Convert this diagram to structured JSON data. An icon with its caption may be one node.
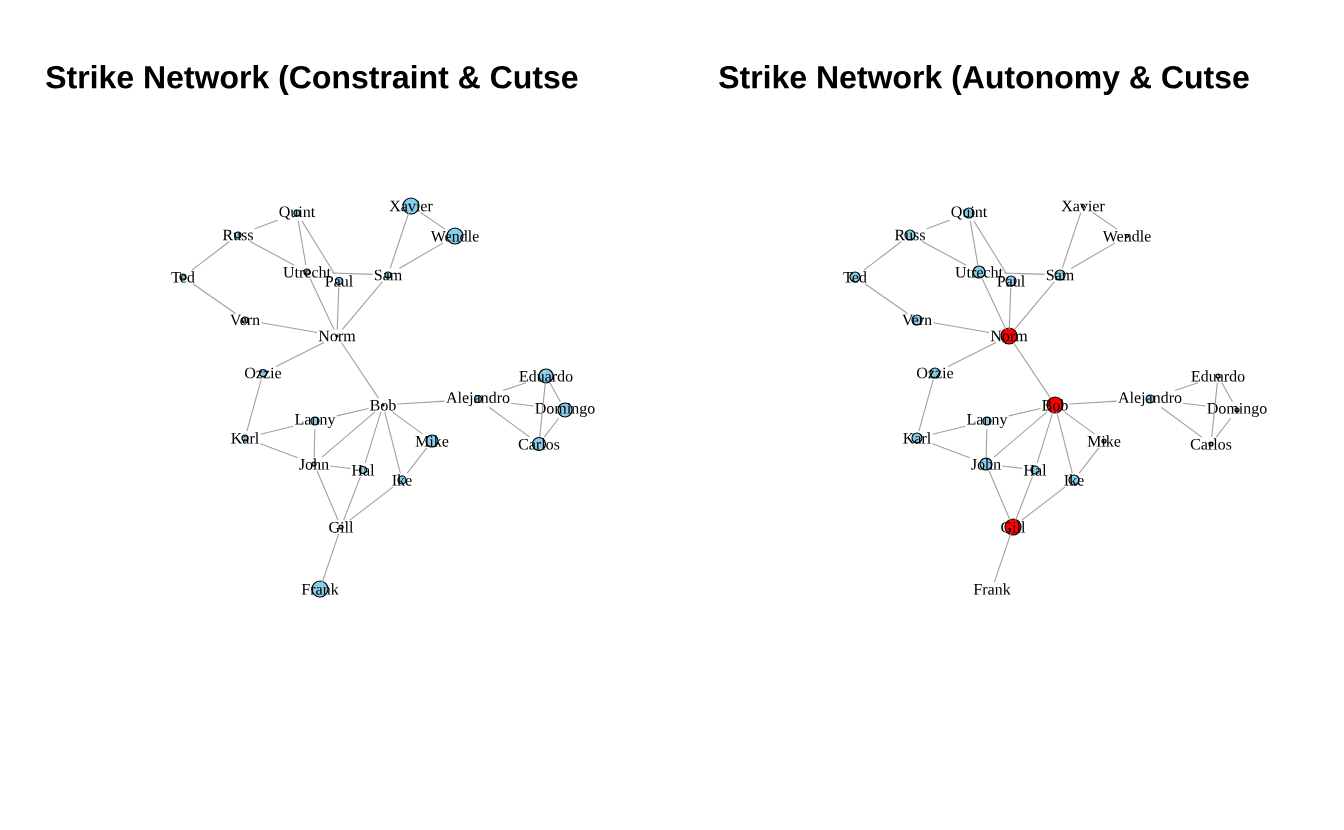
{
  "diagram": {
    "nodes": [
      {
        "text": [
          "Xavier"
        ]
      },
      {
        "text": [
          "Wendle"
        ]
      },
      {
        "text": [
          "Quint"
        ]
      },
      {
        "text": [
          "Russ"
        ]
      },
      {
        "text": [
          "Ted"
        ]
      },
      {
        "text": [
          "Utrecht"
        ]
      },
      {
        "text": [
          "Paul"
        ]
      },
      {
        "text": [
          "Sam"
        ]
      },
      {
        "text": [
          "Vern"
        ]
      },
      {
        "text": [
          "Norm"
        ]
      },
      {
        "text": [
          "Ozzie"
        ]
      },
      {
        "text": [
          "Bob"
        ]
      },
      {
        "text": [
          "Alejandro"
        ]
      },
      {
        "text": [
          "Eduardo"
        ]
      },
      {
        "text": [
          "Domingo"
        ]
      },
      {
        "text": [
          "Carlos"
        ]
      },
      {
        "text": [
          "Lanny"
        ]
      },
      {
        "text": [
          "Karl"
        ]
      },
      {
        "text": [
          "Mike"
        ]
      },
      {
        "text": [
          "John"
        ]
      },
      {
        "text": [
          "Hal"
        ]
      },
      {
        "text": [
          "Ike"
        ]
      },
      {
        "text": [
          "Gill"
        ]
      },
      {
        "text": [
          "Frank"
        ]
      },
      {
        "text": [
          "Xavier"
        ]
      },
      {
        "text": [
          "Wendle"
        ]
      },
      {
        "text": [
          "Quint"
        ]
      },
      {
        "text": [
          "Russ"
        ]
      },
      {
        "text": [
          "Ted"
        ]
      },
      {
        "text": [
          "Utrecht"
        ]
      },
      {
        "text": [
          "Paul"
        ]
      },
      {
        "text": [
          "Sam"
        ]
      },
      {
        "text": [
          "Vern"
        ]
      },
      {
        "text": [
          "Norm"
        ]
      },
      {
        "text": [
          "Ozzie"
        ]
      },
      {
        "text": [
          "Bob"
        ]
      },
      {
        "text": [
          "Alejandro"
        ]
      },
      {
        "text": [
          "Eduardo"
        ]
      },
      {
        "text": [
          "Domingo"
        ]
      },
      {
        "text": [
          "Carlos"
        ]
      },
      {
        "text": [
          "Lanny"
        ]
      },
      {
        "text": [
          "Karl"
        ]
      },
      {
        "text": [
          "Mike"
        ]
      },
      {
        "text": [
          "John"
        ]
      },
      {
        "text": [
          "Hal"
        ]
      },
      {
        "text": [
          "Ike"
        ]
      },
      {
        "text": [
          "Gill"
        ]
      },
      {
        "text": [
          "Frank"
        ]
      }
    ],
    "edges": [
      {
        "from": 0,
        "to": 1,
        "arrow": "none"
      },
      {
        "from": 0,
        "to": 7,
        "arrow": "none"
      },
      {
        "from": 1,
        "to": 7,
        "arrow": "none"
      },
      {
        "from": 2,
        "to": 3,
        "arrow": "none"
      },
      {
        "from": 2,
        "to": 5,
        "arrow": "none"
      },
      {
        "from": 2,
        "to": 6,
        "arrow": "none"
      },
      {
        "from": 3,
        "to": 4,
        "arrow": "none"
      },
      {
        "from": 3,
        "to": 5,
        "arrow": "none"
      },
      {
        "from": 4,
        "to": 8,
        "arrow": "none"
      },
      {
        "from": 5,
        "to": 7,
        "arrow": "none"
      },
      {
        "from": 5,
        "to": 9,
        "arrow": "none"
      },
      {
        "from": 6,
        "to": 9,
        "arrow": "none"
      },
      {
        "from": 7,
        "to": 9,
        "arrow": "none"
      },
      {
        "from": 8,
        "to": 9,
        "arrow": "none"
      },
      {
        "from": 9,
        "to": 10,
        "arrow": "none"
      },
      {
        "from": 9,
        "to": 11,
        "arrow": "none"
      },
      {
        "from": 10,
        "to": 17,
        "arrow": "none"
      },
      {
        "from": 17,
        "to": 16,
        "arrow": "none"
      },
      {
        "from": 17,
        "to": 19,
        "arrow": "none"
      },
      {
        "from": 16,
        "to": 19,
        "arrow": "none"
      },
      {
        "from": 16,
        "to": 11,
        "arrow": "none"
      },
      {
        "from": 19,
        "to": 11,
        "arrow": "none"
      },
      {
        "from": 19,
        "to": 20,
        "arrow": "none"
      },
      {
        "from": 19,
        "to": 22,
        "arrow": "none"
      },
      {
        "from": 20,
        "to": 11,
        "arrow": "none"
      },
      {
        "from": 20,
        "to": 22,
        "arrow": "none"
      },
      {
        "from": 11,
        "to": 21,
        "arrow": "none"
      },
      {
        "from": 11,
        "to": 18,
        "arrow": "none"
      },
      {
        "from": 18,
        "to": 21,
        "arrow": "none"
      },
      {
        "from": 21,
        "to": 22,
        "arrow": "none"
      },
      {
        "from": 22,
        "to": 23,
        "arrow": "none"
      },
      {
        "from": 11,
        "to": 12,
        "arrow": "none"
      },
      {
        "from": 12,
        "to": 13,
        "arrow": "none"
      },
      {
        "from": 12,
        "to": 14,
        "arrow": "none"
      },
      {
        "from": 12,
        "to": 15,
        "arrow": "none"
      },
      {
        "from": 13,
        "to": 14,
        "arrow": "none"
      },
      {
        "from": 13,
        "to": 15,
        "arrow": "none"
      },
      {
        "from": 14,
        "to": 15,
        "arrow": "none"
      },
      {
        "from": 24,
        "to": 25,
        "arrow": "none"
      },
      {
        "from": 24,
        "to": 31,
        "arrow": "none"
      },
      {
        "from": 25,
        "to": 31,
        "arrow": "none"
      },
      {
        "from": 26,
        "to": 27,
        "arrow": "none"
      },
      {
        "from": 26,
        "to": 29,
        "arrow": "none"
      },
      {
        "from": 26,
        "to": 30,
        "arrow": "none"
      },
      {
        "from": 27,
        "to": 28,
        "arrow": "none"
      },
      {
        "from": 27,
        "to": 29,
        "arrow": "none"
      },
      {
        "from": 28,
        "to": 32,
        "arrow": "none"
      },
      {
        "from": 29,
        "to": 31,
        "arrow": "none"
      },
      {
        "from": 29,
        "to": 33,
        "arrow": "none"
      },
      {
        "from": 30,
        "to": 33,
        "arrow": "none"
      },
      {
        "from": 31,
        "to": 33,
        "arrow": "none"
      },
      {
        "from": 32,
        "to": 33,
        "arrow": "none"
      },
      {
        "from": 33,
        "to": 34,
        "arrow": "none"
      },
      {
        "from": 33,
        "to": 35,
        "arrow": "none"
      },
      {
        "from": 34,
        "to": 41,
        "arrow": "none"
      },
      {
        "from": 41,
        "to": 40,
        "arrow": "none"
      },
      {
        "from": 41,
        "to": 43,
        "arrow": "none"
      },
      {
        "from": 40,
        "to": 43,
        "arrow": "none"
      },
      {
        "from": 40,
        "to": 35,
        "arrow": "none"
      },
      {
        "from": 43,
        "to": 35,
        "arrow": "none"
      },
      {
        "from": 43,
        "to": 44,
        "arrow": "none"
      },
      {
        "from": 43,
        "to": 46,
        "arrow": "none"
      },
      {
        "from": 44,
        "to": 35,
        "arrow": "none"
      },
      {
        "from": 44,
        "to": 46,
        "arrow": "none"
      },
      {
        "from": 35,
        "to": 45,
        "arrow": "none"
      },
      {
        "from": 35,
        "to": 42,
        "arrow": "none"
      },
      {
        "from": 42,
        "to": 45,
        "arrow": "none"
      },
      {
        "from": 45,
        "to": 46,
        "arrow": "none"
      },
      {
        "from": 46,
        "to": 47,
        "arrow": "none"
      },
      {
        "from": 35,
        "to": 36,
        "arrow": "none"
      },
      {
        "from": 36,
        "to": 37,
        "arrow": "none"
      },
      {
        "from": 36,
        "to": 38,
        "arrow": "none"
      },
      {
        "from": 36,
        "to": 39,
        "arrow": "none"
      },
      {
        "from": 37,
        "to": 38,
        "arrow": "none"
      },
      {
        "from": 37,
        "to": 39,
        "arrow": "none"
      },
      {
        "from": 38,
        "to": 39,
        "arrow": "none"
      }
    ],
    "labels": [
      "Strike Network (Constraint & Cutse",
      "Strike Network (Autonomy & Cutse"
    ]
  }
}
